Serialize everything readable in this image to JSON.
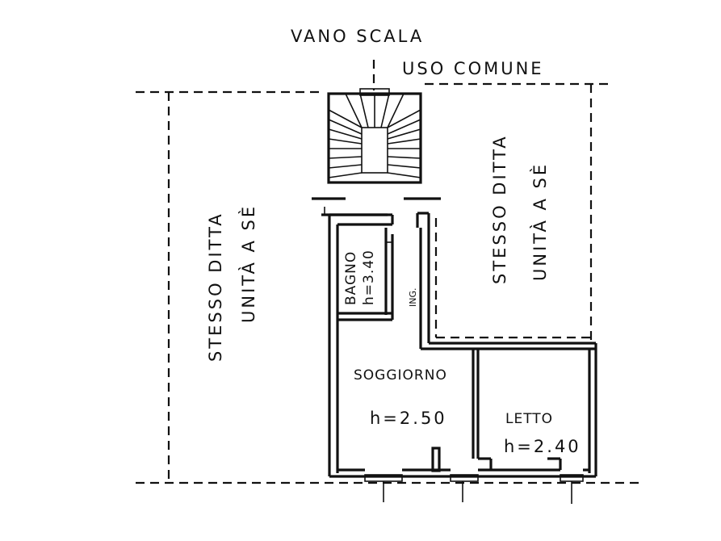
{
  "stair": {
    "title": "VANO SCALA",
    "subtitle": "USO COMUNE"
  },
  "left_unit": {
    "line1": "STESSO DITTA",
    "line2": "UNITÀ A SÈ"
  },
  "right_unit": {
    "line1": "STESSO DITTA",
    "line2": "UNITÀ A SÈ"
  },
  "rooms": {
    "bathroom": {
      "name": "BAGNO",
      "height": "h=3.40"
    },
    "entrance": {
      "name": "ING."
    },
    "living": {
      "name": "SOGGIORNO",
      "height": "h=2.50"
    },
    "bedroom": {
      "name": "LETTO",
      "height": "h=2.40"
    }
  }
}
